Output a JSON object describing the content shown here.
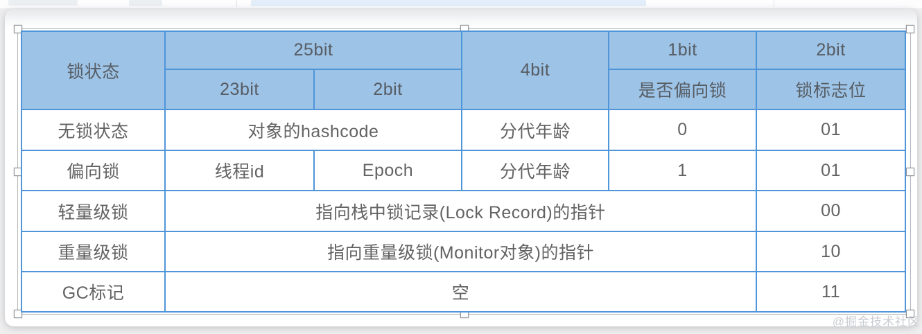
{
  "colors": {
    "header_fill": "#9DC3E6",
    "table_border": "#4F95D9",
    "cell_text": "#636363",
    "watermark": "#C9CDD1"
  },
  "table": {
    "header": {
      "lock_state": "锁状态",
      "bits_25": "25bit",
      "bits_23": "23bit",
      "bits_2_sub": "2bit",
      "bits_4": "4bit",
      "bits_1": "1bit",
      "biased_label": "是否偏向锁",
      "flag_label": "锁标志位"
    },
    "rows": [
      {
        "state": "无锁状态",
        "cells": [
          "对象的hashcode",
          "分代年龄",
          "0",
          "01"
        ]
      },
      {
        "state": "偏向锁",
        "cells": [
          "线程id",
          "Epoch",
          "分代年龄",
          "1",
          "01"
        ]
      },
      {
        "state": "轻量级锁",
        "cells": [
          "指向栈中锁记录(Lock Record)的指针",
          "00"
        ]
      },
      {
        "state": "重量级锁",
        "cells": [
          "指向重量级锁(Monitor对象)的指针",
          "10"
        ]
      },
      {
        "state": "GC标记",
        "cells": [
          "空",
          "11"
        ]
      }
    ]
  },
  "watermark": "@掘金技术社区"
}
